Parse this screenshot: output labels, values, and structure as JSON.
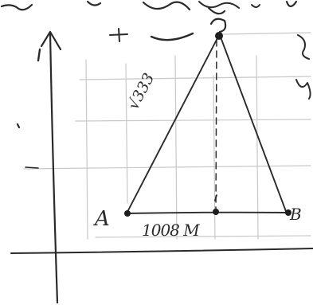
{
  "labels": {
    "vertex_a": "A",
    "vertex_b": "B",
    "base_length": "1008 M",
    "side_length": "√333"
  },
  "colors": {
    "ink": "#2a2a2a",
    "grid": "#c8c8c8",
    "background": "#ffffff"
  }
}
